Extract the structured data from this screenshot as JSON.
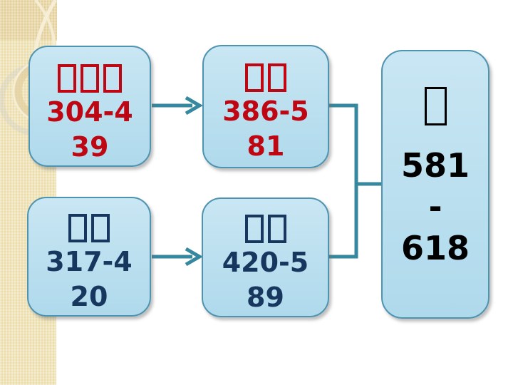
{
  "slide": {
    "background": "#ffffff"
  },
  "colors": {
    "stripe_base": "#ebdca8",
    "corner_base": "#e3cf98",
    "swirl_cream": "#f6eed6",
    "connector": "#35889e",
    "card_border": "#4e93b0",
    "card_fill_top": "#c9e6f3",
    "card_fill_bottom": "#afdaec",
    "red_text": "#be0712",
    "navy_text": "#17375e",
    "black_text": "#000000"
  },
  "cards": [
    {
      "id": "card-top-left",
      "glyph_count": 3,
      "line1": "304-4",
      "line2": "39",
      "text_color": "#be0712"
    },
    {
      "id": "card-top-middle",
      "glyph_count": 2,
      "line1": "386-5",
      "line2": "81",
      "text_color": "#be0712"
    },
    {
      "id": "card-bottom-left",
      "glyph_count": 2,
      "line1": "317-4",
      "line2": "20",
      "text_color": "#17375e"
    },
    {
      "id": "card-bottom-middle",
      "glyph_count": 2,
      "line1": "420-5",
      "line2": "89",
      "text_color": "#17375e"
    }
  ],
  "result_card": {
    "glyph_count": 1,
    "line1": "581",
    "line2": "-",
    "line3": "618",
    "text_color": "#000000"
  }
}
